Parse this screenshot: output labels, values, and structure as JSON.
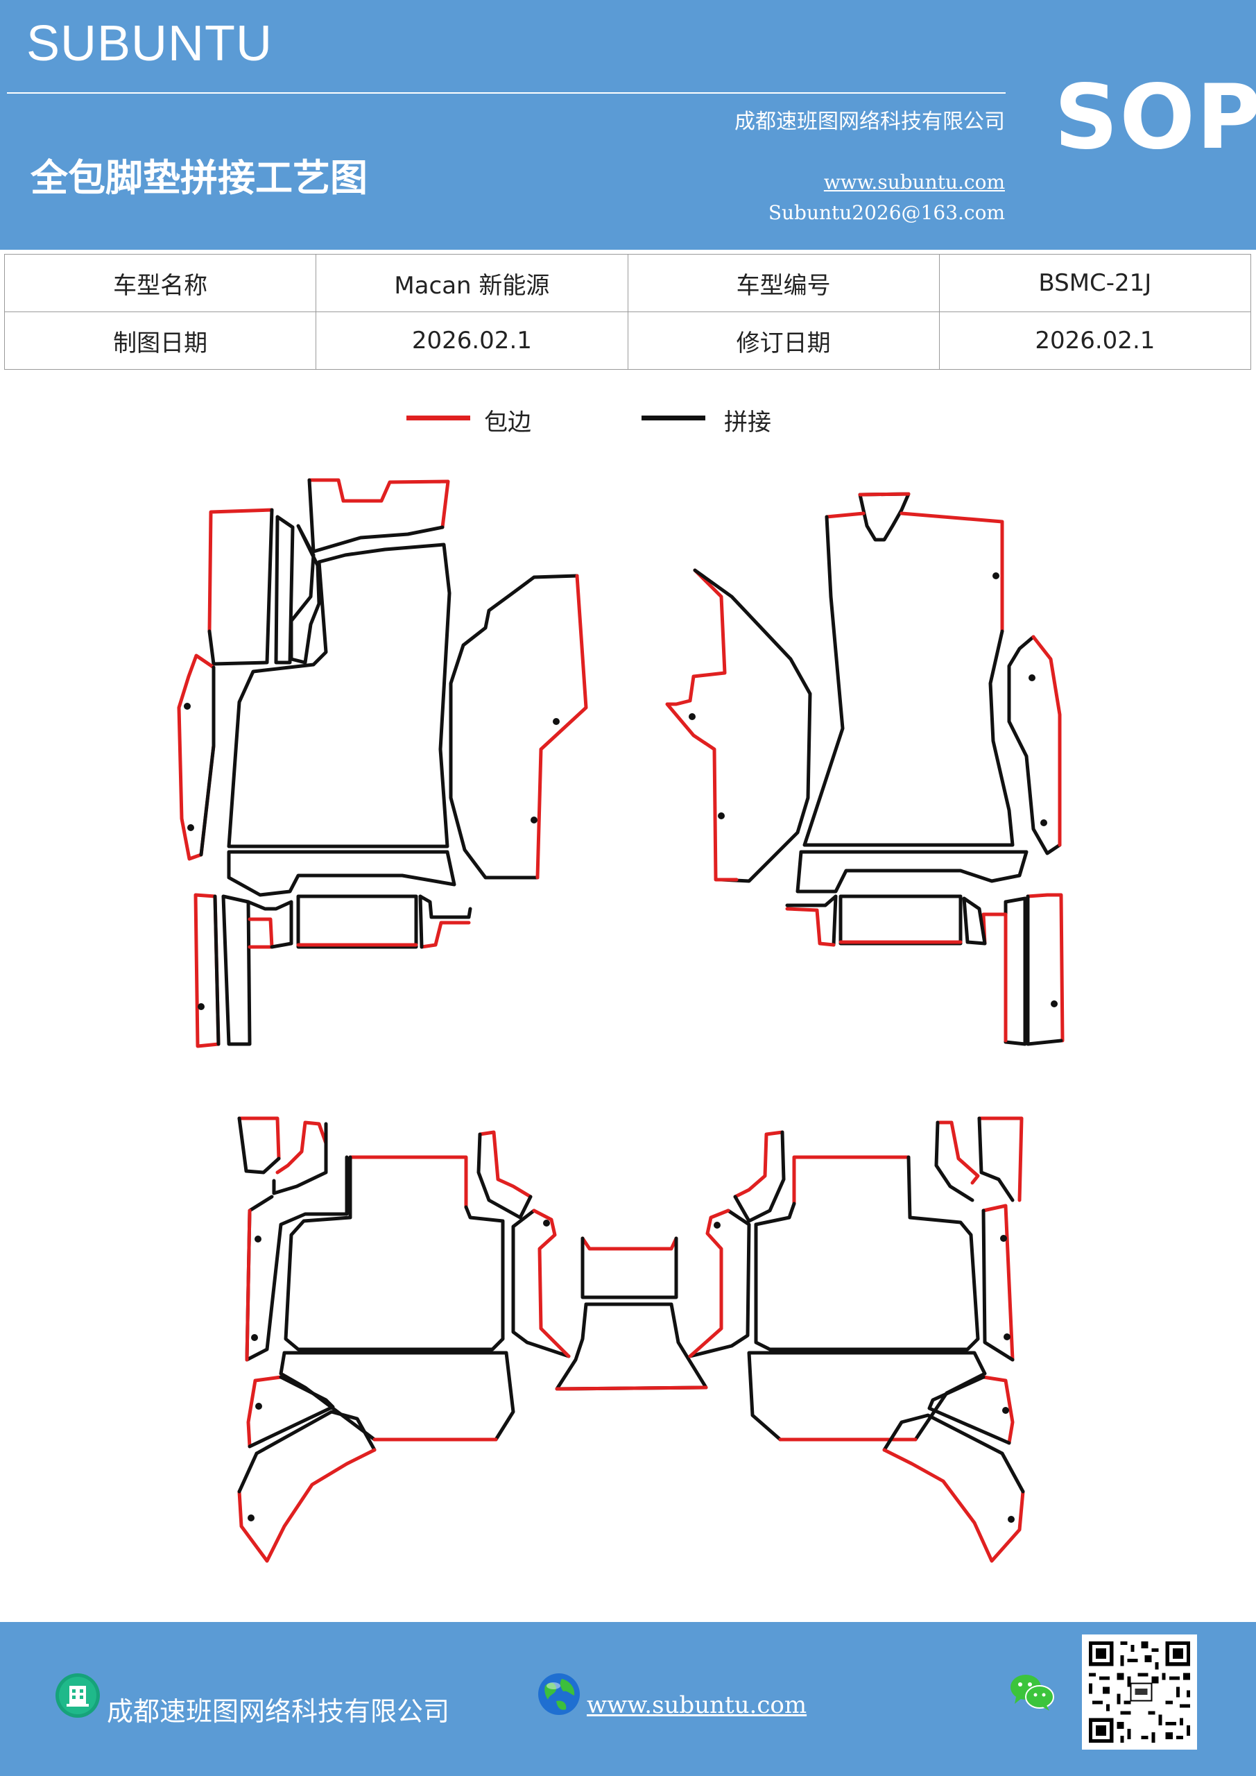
{
  "header": {
    "brand": "SUBUNTU",
    "sop": "SOP",
    "title": "全包脚垫拼接工艺图",
    "company": "成都速班图网络科技有限公司",
    "url": "www.subuntu.com",
    "email": "Subuntu2026@163.com"
  },
  "table": {
    "rows": [
      [
        "车型名称",
        "Macan 新能源",
        "车型编号",
        "BSMC-21J"
      ],
      [
        "制图日期",
        "2026.02.1",
        "修订日期",
        "2026.02.1"
      ]
    ]
  },
  "legend": {
    "edge_label": "包边",
    "edge_color": "#e02020",
    "join_label": "拼接",
    "join_color": "#111111"
  },
  "footer": {
    "company": "成都速班图网络科技有限公司",
    "url": "www.subuntu.com",
    "icons": [
      "building-icon",
      "globe-icon",
      "wechat-icon",
      "qr-code"
    ]
  }
}
